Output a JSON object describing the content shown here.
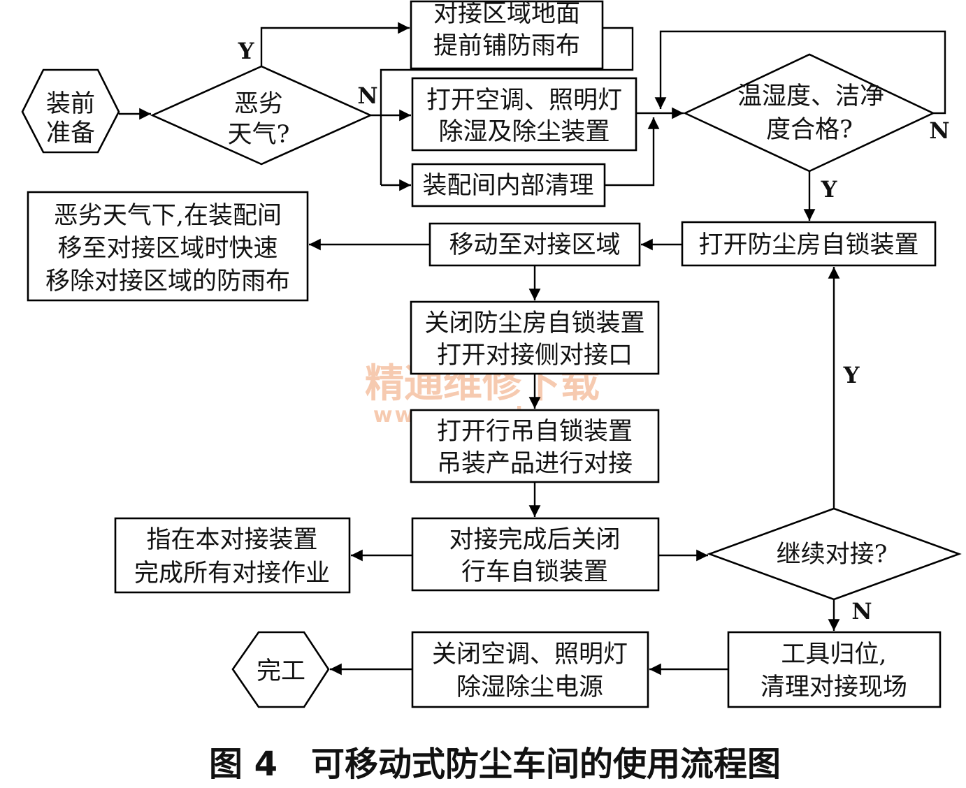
{
  "nodes": {
    "start": [
      "装前",
      "准备"
    ],
    "bad_weather": [
      "恶劣",
      "天气?"
    ],
    "lay_rain_cloth": [
      "对接区域地面",
      "提前铺防雨布"
    ],
    "open_hvac": [
      "打开空调、照明灯",
      "除湿及除尘装置"
    ],
    "clean_room": [
      "装配间内部清理"
    ],
    "env_check": [
      "温湿度、洁净",
      "度合格?"
    ],
    "open_self_lock": [
      "打开防尘房自锁装置"
    ],
    "move_to_dock": [
      "移动至对接区域"
    ],
    "remove_rain_cloth": [
      "恶劣天气下,在装配间",
      "移至对接区域时快速",
      "移除对接区域的防雨布"
    ],
    "close_lock_open_port": [
      "关闭防尘房自锁装置",
      "打开对接侧对接口"
    ],
    "hoist": [
      "打开行吊自锁装置",
      "吊装产品进行对接"
    ],
    "close_crane_lock": [
      "对接完成后关闭",
      "行车自锁装置"
    ],
    "all_done_note": [
      "指在本对接装置",
      "完成所有对接作业"
    ],
    "continue_check": [
      "继续对接?"
    ],
    "tools_cleanup": [
      "工具归位,",
      "清理对接现场"
    ],
    "power_off": [
      "关闭空调、照明灯",
      "除湿除尘电源"
    ],
    "end": [
      "完工"
    ]
  },
  "branch_labels": {
    "bad_weather_yes": "Y",
    "bad_weather_no": "N",
    "env_check_no": "N",
    "env_check_yes": "Y",
    "continue_yes": "Y",
    "continue_no": "N"
  },
  "caption": "图 4　可移动式防尘车间的使用流程图",
  "watermark": {
    "title": "精通维修下载",
    "url": "www.gzweix.com"
  },
  "colors": {
    "line": "#000000",
    "watermark": "#f0a070"
  }
}
